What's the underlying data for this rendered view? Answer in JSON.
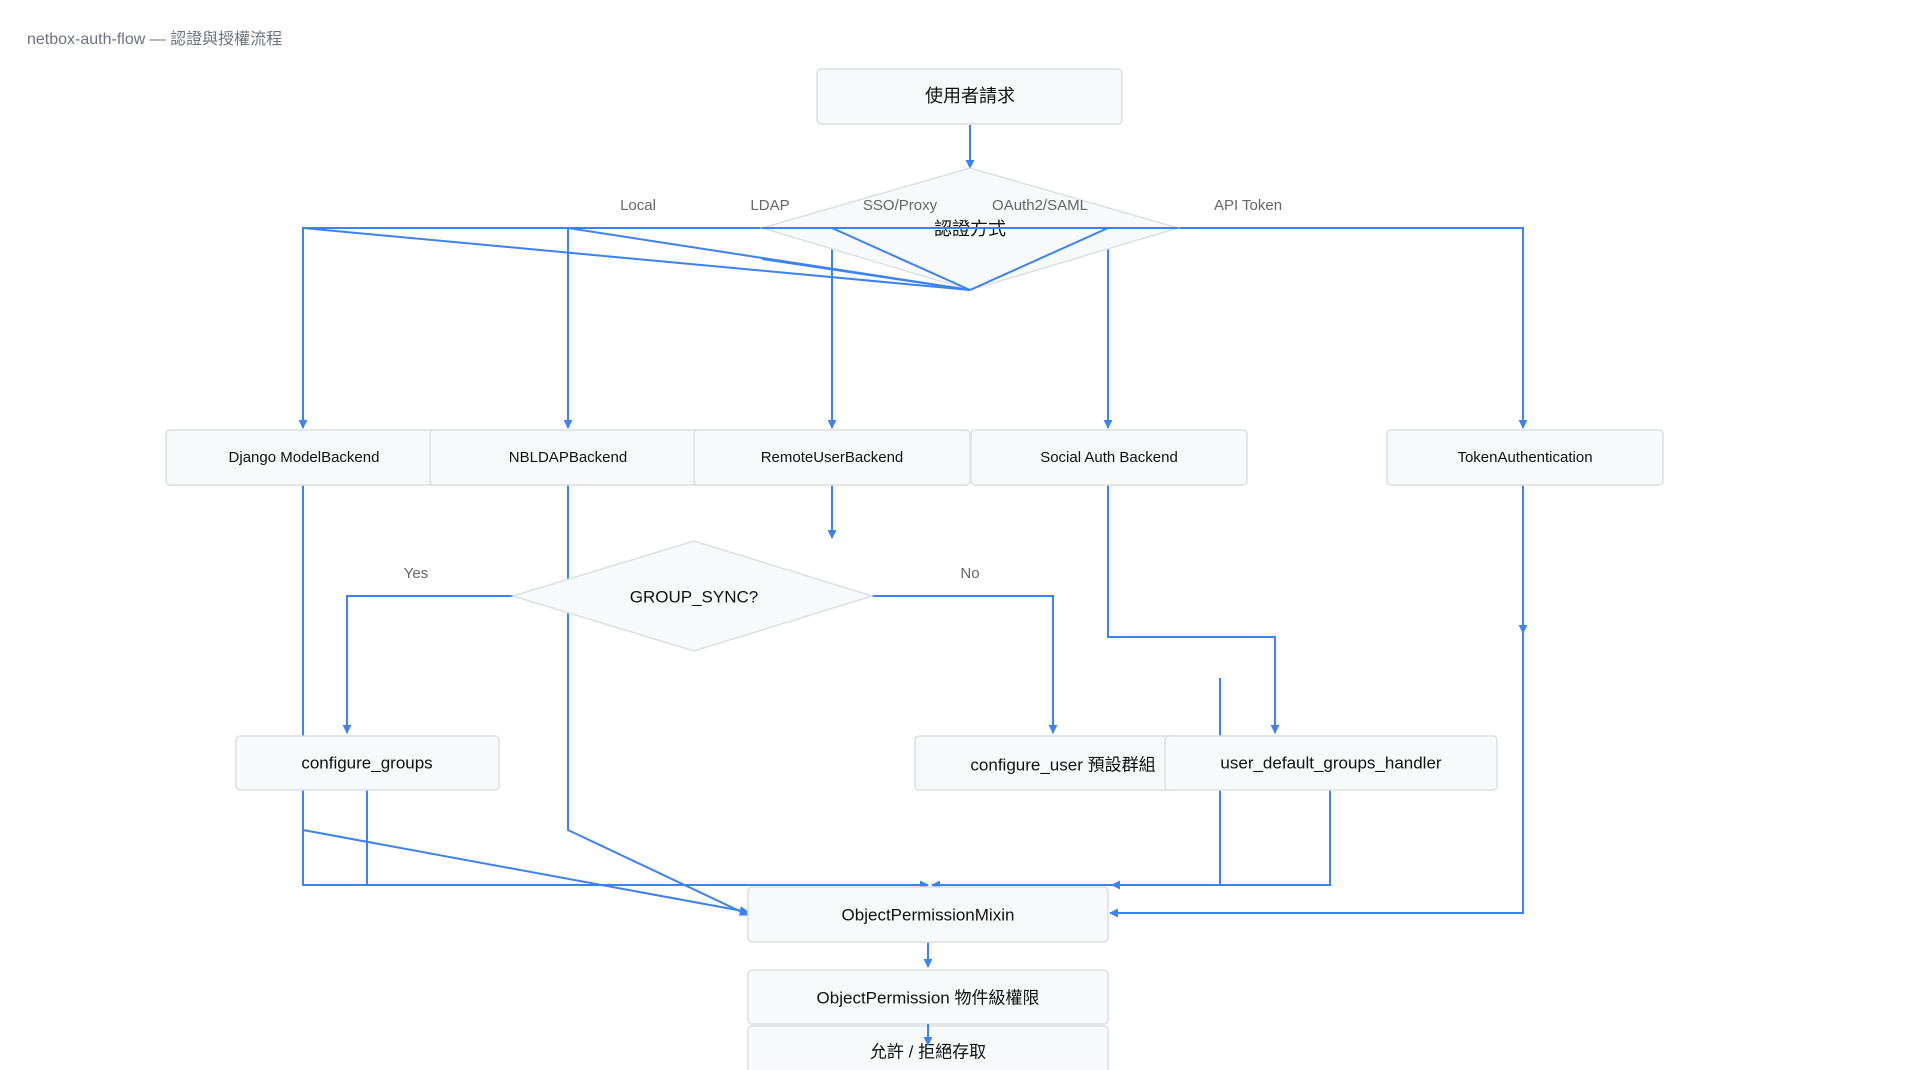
{
  "page": {
    "title": "netbox-auth-flow — 認證與授權流程"
  },
  "colors": {
    "edge": "#3b82f6",
    "node_fill": "#f8f9fa",
    "node_stroke": "#dcdfe3",
    "label": "#666666"
  },
  "nodes": {
    "user_request": "使用者請求",
    "auth_method": "認證方式",
    "django_model_backend": "Django ModelBackend",
    "nbldap_backend": "NBLDAPBackend",
    "remote_user_backend": "RemoteUserBackend",
    "social_auth_backend": "Social Auth Backend",
    "token_authentication": "TokenAuthentication",
    "group_sync": "GROUP_SYNC?",
    "configure_groups": "configure_groups",
    "configure_user": "configure_user 預設群組",
    "user_default_groups_handler": "user_default_groups_handler",
    "object_permission_mixin": "ObjectPermissionMixin",
    "object_permission": "ObjectPermission 物件級權限",
    "allow_deny": "允許 / 拒絕存取"
  },
  "edge_labels": {
    "local": "Local",
    "ldap": "LDAP",
    "sso_proxy": "SSO/Proxy",
    "oauth2_saml": "OAuth2/SAML",
    "api_token": "API Token",
    "yes": "Yes",
    "no": "No"
  }
}
